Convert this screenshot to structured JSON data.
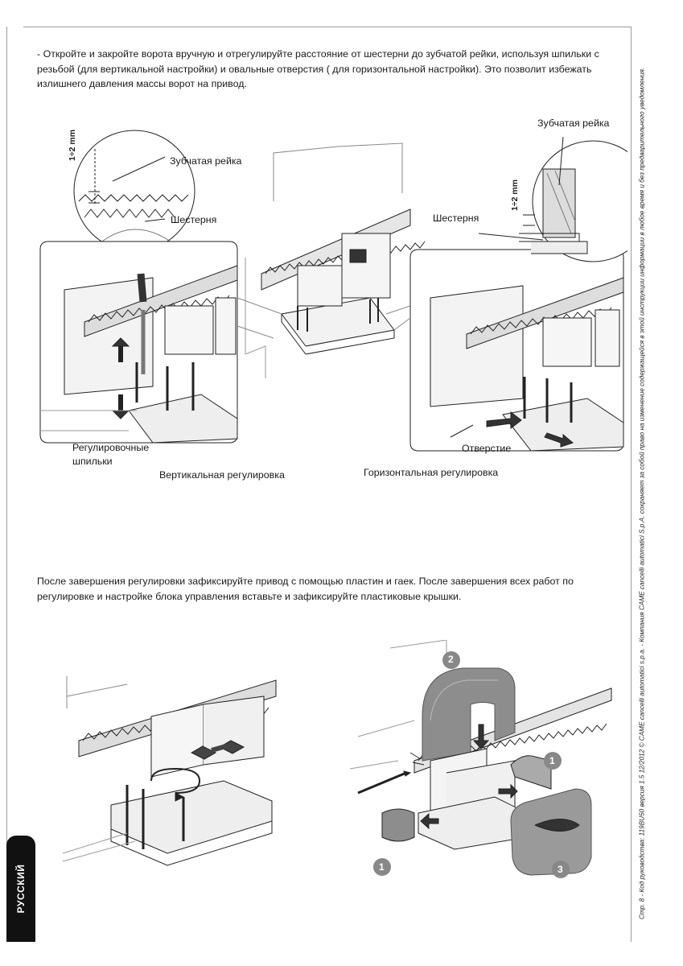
{
  "instructions": {
    "adjustment_text": "- Откройте и закройте ворота вручную и отрегулируйте расстояние от шестерни до зубчатой рейки, используя шпильки с резьбой (для вертикальной настройки) и овальные отверстия ( для горизонтальной настройки). Это позволит избежать излишнего давления массы ворот на привод.",
    "fixing_text": "После завершения регулировки зафиксируйте привод с помощью пластин и гаек. После завершения всех работ по регулировке и настройке блока управления вставьте и зафиксируйте пластиковые крышки."
  },
  "labels": {
    "rack_left": "Зубчатая рейка",
    "gear_left": "Шестерня",
    "gap_left": "1÷2 mm",
    "rack_right": "Зубчатая рейка",
    "gear_right": "Шестерня",
    "gap_right": "1÷2 mm",
    "studs": "Регулировочные\nшпильки",
    "hole": "Отверстие",
    "vertical_adj": "Вертикальная регулировка",
    "horizontal_adj": "Горизонтальная регулировка"
  },
  "step_badges": [
    "2",
    "1",
    "1",
    "3"
  ],
  "language_tab": "РУССКИЙ",
  "side_note": "Стр. 8 - Код руководства: 119BU50 версия 1.5 12/2012 © CAME cancelli automatici s.p.a. - Компания CAME cancelli automatici S.p.A. сохраняет за собой право на изменение содержащейся в этой инструкции информации в любое время и без предварительного уведомления."
}
